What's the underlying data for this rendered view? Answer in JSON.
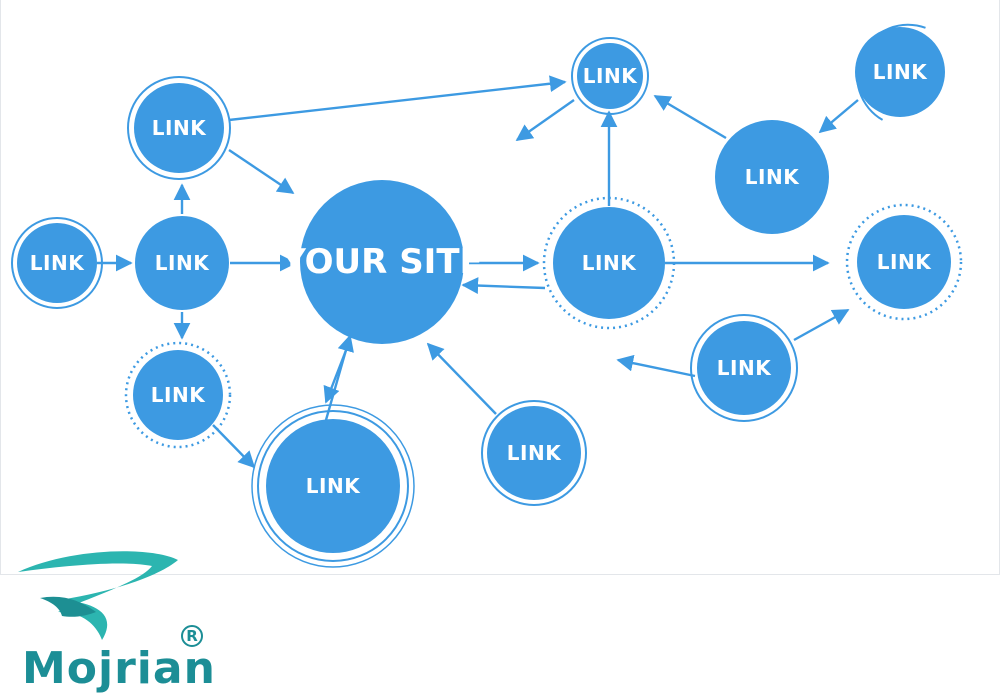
{
  "diagram": {
    "center_label": "YOUR SITE",
    "node_label": "LINK",
    "colors": {
      "node_fill": "#3d9ae2",
      "ring": "#3d9ae2",
      "arrow": "#3d9ae2",
      "background": "#ffffff"
    }
  },
  "brand": {
    "name": "Mojrian",
    "registered_mark": "R",
    "colors": {
      "wordmark": "#1c8e96",
      "swoosh": "#2cb5b0",
      "swoosh_dark": "#1d8f93"
    }
  }
}
